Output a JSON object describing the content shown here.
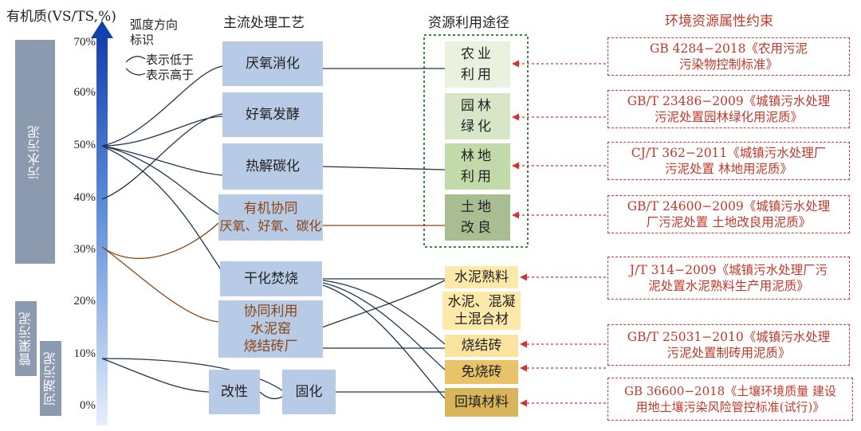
{
  "headers": {
    "y_axis": "有机质(VS/TS,%)",
    "process": "主流处理工艺",
    "utilization": "资源利用途径",
    "constraint": "环境资源属性约束"
  },
  "legend": {
    "title_line1": "弧度方向",
    "title_line2": "标识",
    "low": "表示低于",
    "high": "表示高于"
  },
  "ticks": [
    "70%",
    "60%",
    "50%",
    "40%",
    "30%",
    "20%",
    "10%",
    "0%"
  ],
  "sludge_types": {
    "sewage": "污水污泥",
    "pipe": "管渠污泥",
    "river": "河湖污泥"
  },
  "processes": {
    "anaerobic": "厌氧消化",
    "aerobic": "好氧发酵",
    "pyrolysis": "热解碳化",
    "co_organic_l1": "有机协同",
    "co_organic_l2": "厌氧、好氧、碳化",
    "incineration": "干化焚烧",
    "co_kiln_l1": "协同利用",
    "co_kiln_l2": "水泥窑",
    "co_kiln_l3": "烧结砖厂",
    "modification": "改性",
    "solidification": "固化"
  },
  "uses": {
    "agri_l1": "农业",
    "agri_l2": "利用",
    "garden_l1": "园林",
    "garden_l2": "绿化",
    "forest_l1": "林地",
    "forest_l2": "利用",
    "land_l1": "土地",
    "land_l2": "改良",
    "clinker": "水泥熟料",
    "mix_l1": "水泥、混凝",
    "mix_l2": "土混合材",
    "sintered": "烧结砖",
    "unfired": "免烧砖",
    "backfill": "回填材料"
  },
  "standards": {
    "s1_l1": "GB 4284−2018《农用污泥",
    "s1_l2": "污染物控制标准》",
    "s2_l1": "GB/T 23486−2009《城镇污水处理",
    "s2_l2": "污泥处置园林绿化用泥质》",
    "s3_l1": "CJ/T 362−2011《城镇污水处理厂",
    "s3_l2": "污泥处置 林地用泥质》",
    "s4_l1": "GB/T 24600−2009《城镇污水处理",
    "s4_l2": "厂污泥处置 土地改良用泥质》",
    "s5_l1": "J/T 314−2009《城镇污水处理厂污",
    "s5_l2": "泥处置水泥熟料生产用泥质》",
    "s6_l1": "GB/T 25031−2010《城镇污水处理",
    "s6_l2": "污泥处置制砖用泥质》",
    "s7_l1": "GB 36600−2018《土壤环境质量 建设",
    "s7_l2": "用地土壤污染风险管控标准(试行)》"
  },
  "colors": {
    "process_box": "#b8cbe6",
    "sidebar": "#8c9ab0",
    "axis_blue": "#1f5bc6",
    "standard_red": "#d33333",
    "group_dash": "#3a8a3a",
    "agri": "#e9f2df",
    "garden": "#d6e6c6",
    "forest": "#c2d9a9",
    "land": "#a9bd93",
    "clinker": "#fde9a9",
    "mix": "#fde9a9",
    "sintered": "#fbe3a0",
    "unfired": "#e8c36a",
    "backfill": "#d8b45a"
  }
}
